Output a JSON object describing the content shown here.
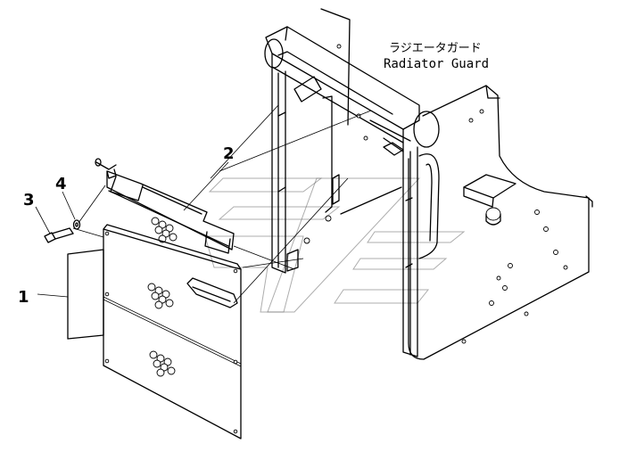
{
  "title": {
    "japanese": "ラジエータガード",
    "english": "Radiator Guard"
  },
  "callouts": [
    {
      "number": "1"
    },
    {
      "number": "2"
    },
    {
      "number": "3"
    },
    {
      "number": "4"
    }
  ],
  "colors": {
    "line": "#000000",
    "background": "#ffffff",
    "watermark": "#6a6a6a"
  }
}
